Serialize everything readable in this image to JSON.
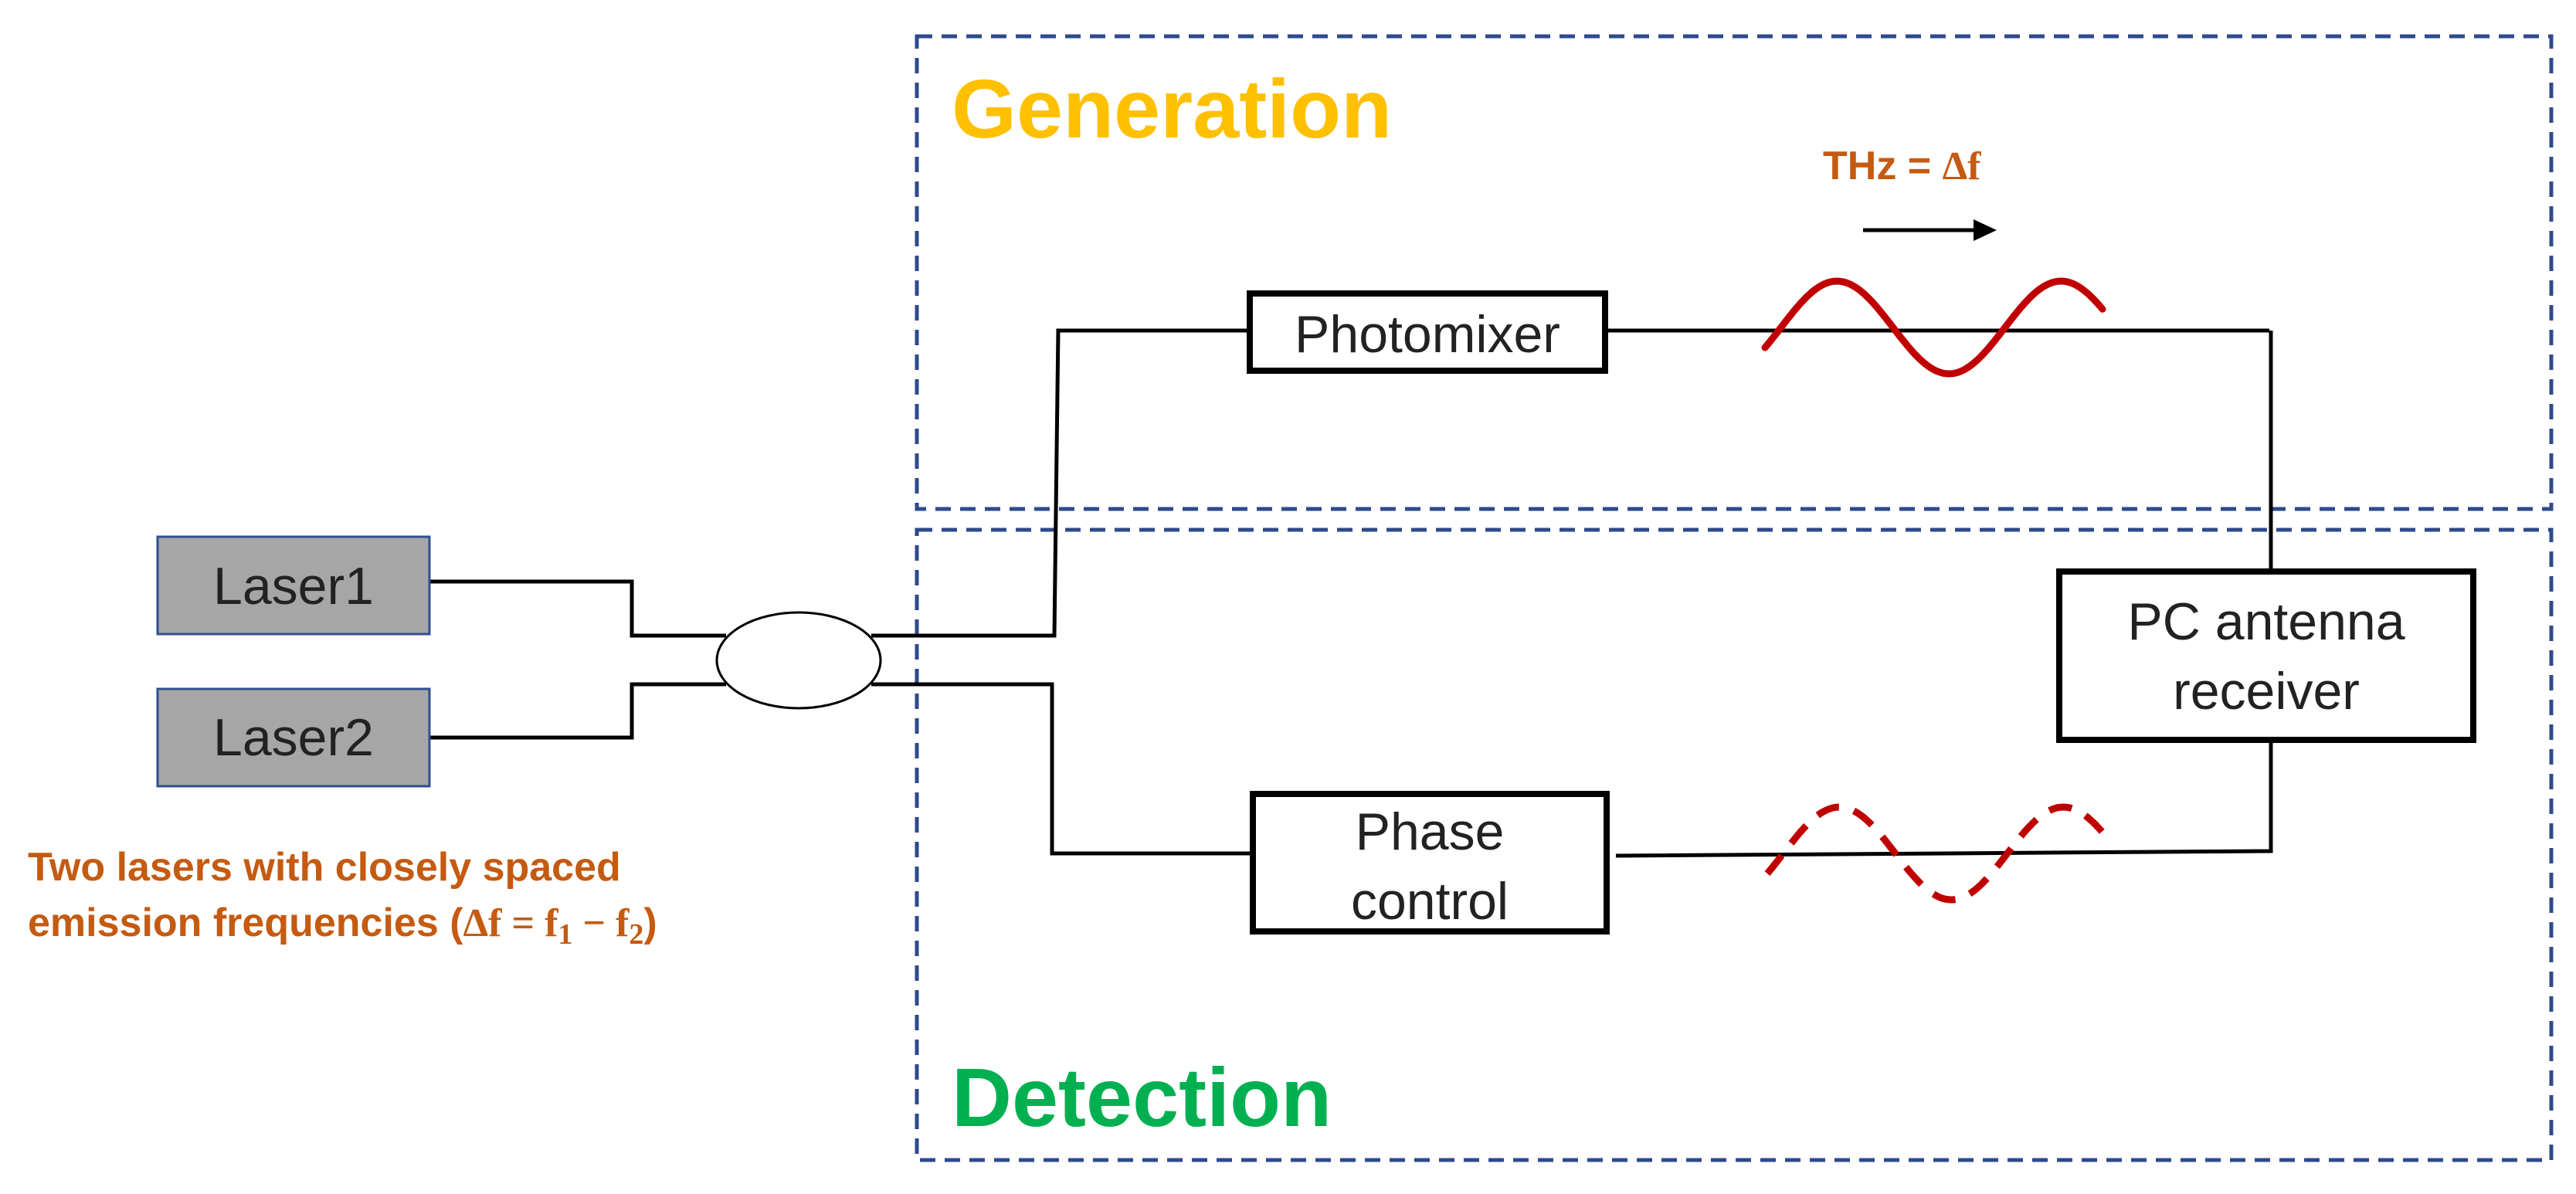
{
  "sections": {
    "generation": {
      "title": "Generation",
      "color": "#FFC000"
    },
    "detection": {
      "title": "Detection",
      "color": "#00B050"
    }
  },
  "lasers": {
    "laser1": "Laser1",
    "laser2": "Laser2",
    "fill": "#A6A6A6",
    "border": "#2F4F8F",
    "note_line1": "Two lasers with closely spaced",
    "note_line2_text": "emission frequencies (",
    "note_line2_math": "Δf = f",
    "note_sub1": "1",
    "note_minus": " − f",
    "note_sub2": "2",
    "note_close": ")"
  },
  "components": {
    "photomixer": "Photomixer",
    "phase_control_line1": "Phase",
    "phase_control_line2": "control",
    "receiver_line1": "PC antenna",
    "receiver_line2": "receiver"
  },
  "thz": {
    "label_text": "THz = ",
    "label_math": "Δf",
    "wave_color": "#C00000"
  },
  "colors": {
    "note": "#C55A11",
    "dash_border": "#2E4A8E",
    "line": "#000000"
  }
}
